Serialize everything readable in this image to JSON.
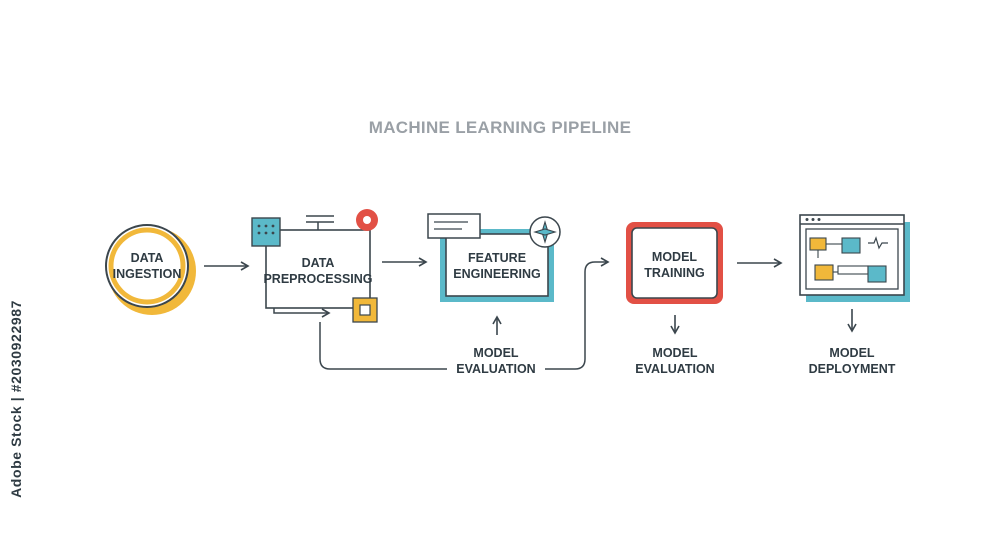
{
  "title": "MACHINE LEARNING PIPELINE",
  "stages": {
    "ingestion": {
      "line1": "DATA",
      "line2": "INGESTION"
    },
    "preprocessing": {
      "line1": "DATA",
      "line2": "PREPROCESSING"
    },
    "feature": {
      "line1": "FEATURE",
      "line2": "ENGINEERING"
    },
    "training": {
      "line1": "MODEL",
      "line2": "TRAINING"
    }
  },
  "notes": {
    "eval_left": {
      "line1": "MODEL",
      "line2": "EVALUATION"
    },
    "eval_right": {
      "line1": "MODEL",
      "line2": "EVALUATION"
    },
    "deployment": {
      "line1": "MODEL",
      "line2": "DEPLOYMENT"
    }
  },
  "stock_id": "Adobe Stock | #2030922987",
  "colors": {
    "stroke": "#3b464d",
    "yellow": "#f1b83a",
    "teal": "#5bb9c9",
    "red": "#e25045",
    "title": "#9aa0a6"
  }
}
